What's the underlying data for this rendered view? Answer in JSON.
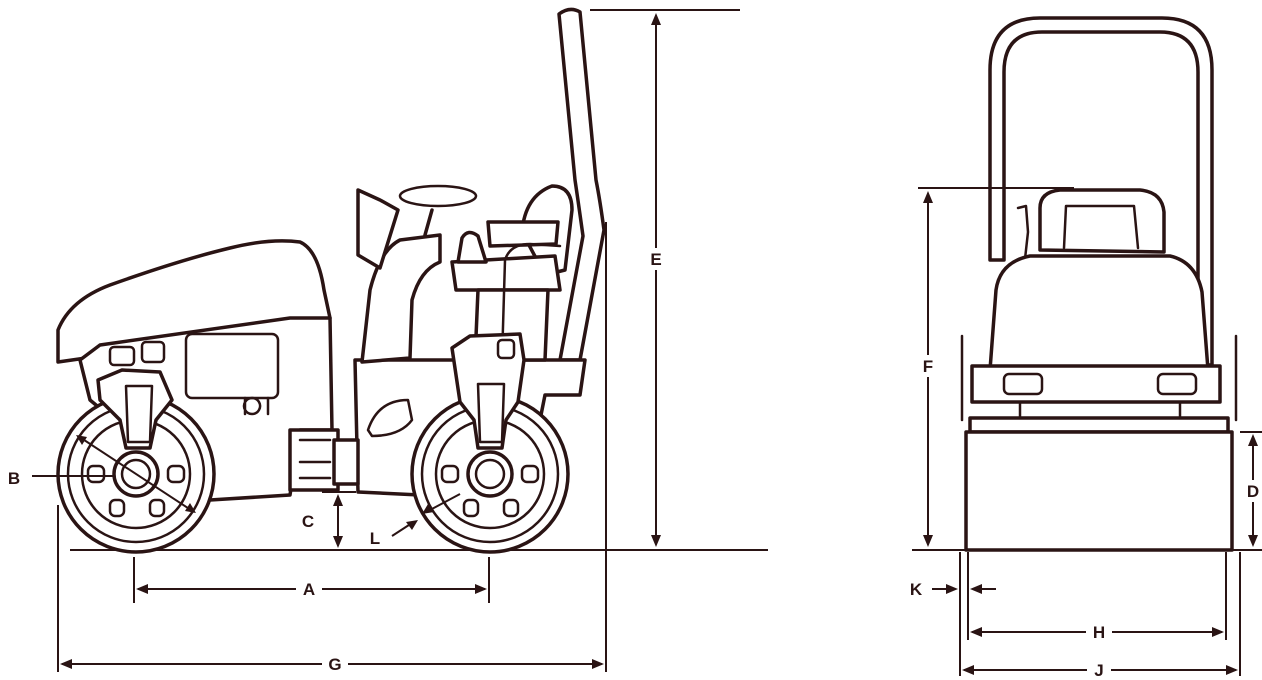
{
  "dimension_labels": {
    "A": "A",
    "B": "B",
    "C": "C",
    "D": "D",
    "E": "E",
    "F": "F",
    "G": "G",
    "H": "H",
    "J": "J",
    "K": "K",
    "L": "L"
  },
  "colors": {
    "line": "#2a1414",
    "background": "#ffffff"
  }
}
